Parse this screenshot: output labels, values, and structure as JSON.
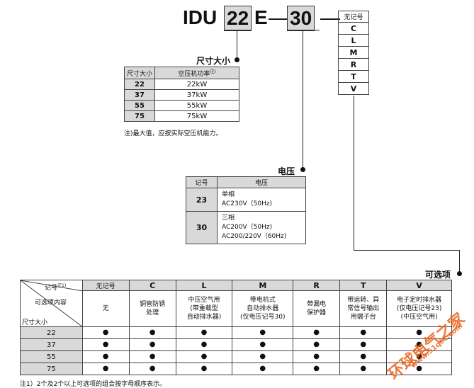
{
  "model_code": {
    "prefix": "IDU",
    "size": "22",
    "letter": "E",
    "dash1": "—",
    "voltage": "30",
    "dash2": "—"
  },
  "option_codes": [
    "无记号",
    "C",
    "L",
    "M",
    "R",
    "T",
    "V"
  ],
  "size_section": {
    "title": "尺寸大小",
    "headers": [
      "尺寸大小",
      "空压机功率"
    ],
    "header_note": "注)",
    "rows": [
      {
        "size": "22",
        "power": "22kW"
      },
      {
        "size": "37",
        "power": "37kW"
      },
      {
        "size": "55",
        "power": "55kW"
      },
      {
        "size": "75",
        "power": "75kW"
      }
    ],
    "note": "注)最大值，应按实际空压机能力。"
  },
  "voltage_section": {
    "title": "电压",
    "headers": [
      "记号",
      "电压"
    ],
    "rows": [
      {
        "code": "23",
        "lines": [
          "单相",
          "AC230V（50Hz)"
        ]
      },
      {
        "code": "30",
        "lines": [
          "三相",
          "AC200V（50Hz)",
          "AC200/220V（60Hz)"
        ]
      }
    ]
  },
  "options_section": {
    "title": "可选项",
    "corner": {
      "code": "记号",
      "code_note": "注1)",
      "content": "可选项内容",
      "size": "尺寸大小"
    },
    "columns": [
      {
        "code": "无记号",
        "desc": [
          "无"
        ]
      },
      {
        "code": "C",
        "desc": [
          "铜管防锈",
          "处理"
        ]
      },
      {
        "code": "L",
        "desc": [
          "中压空气用",
          "(带重载型",
          "自动排水器)"
        ]
      },
      {
        "code": "M",
        "desc": [
          "带电机式",
          "自动排水器",
          "(仅电压记号30)"
        ]
      },
      {
        "code": "R",
        "desc": [
          "带漏电",
          "保护器"
        ]
      },
      {
        "code": "T",
        "desc": [
          "带运转、异",
          "常信号输出",
          "用端子台"
        ]
      },
      {
        "code": "V",
        "desc": [
          "电子定时排水器",
          "(仅电压记号23)",
          "(中压空气用)"
        ]
      }
    ],
    "rows": [
      {
        "size": "22",
        "marks": [
          "●",
          "●",
          "●",
          "●",
          "●",
          "●",
          "●"
        ]
      },
      {
        "size": "37",
        "marks": [
          "●",
          "●",
          "●",
          "●",
          "●",
          "●",
          "●"
        ]
      },
      {
        "size": "55",
        "marks": [
          "●",
          "●",
          "●",
          "●",
          "●",
          "●",
          "●"
        ]
      },
      {
        "size": "75",
        "marks": [
          "●",
          "●",
          "●",
          "●",
          "●",
          "●",
          "●"
        ]
      }
    ],
    "footnote": "注1）2个及2个以上可选项的组合按字母顺序表示。"
  },
  "watermark": {
    "text_cn": "环球电气之家",
    "text_url": "www.51qec.com"
  }
}
